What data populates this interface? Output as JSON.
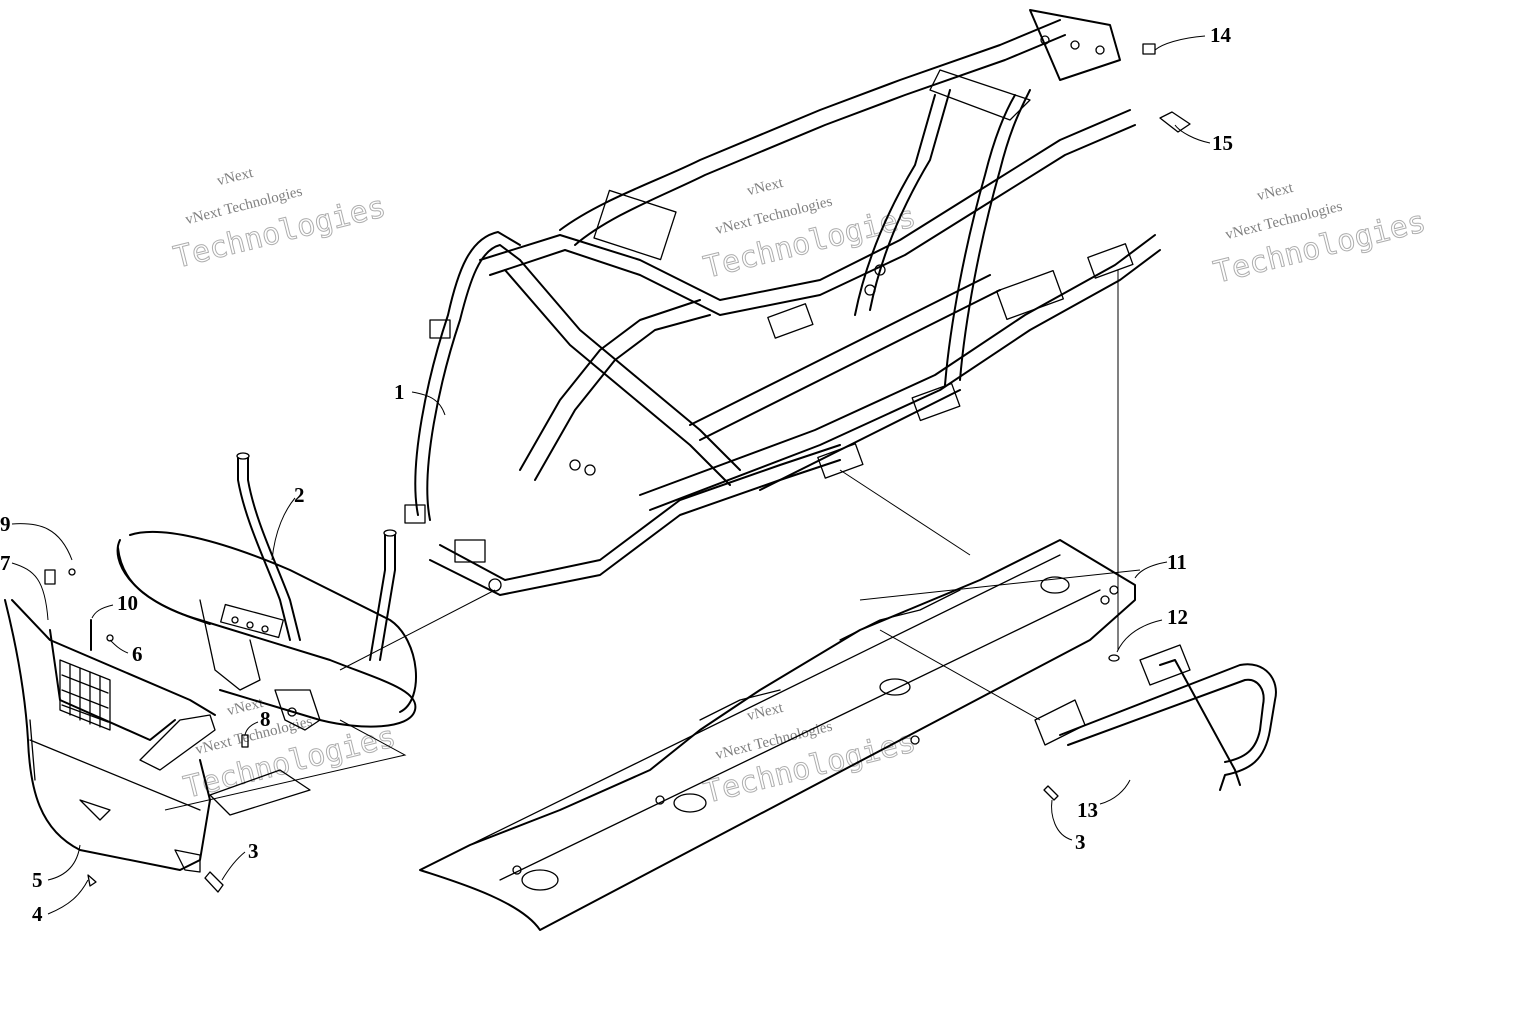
{
  "diagram": {
    "callouts": [
      {
        "id": "1",
        "label": "1"
      },
      {
        "id": "2",
        "label": "2"
      },
      {
        "id": "3a",
        "label": "3"
      },
      {
        "id": "3b",
        "label": "3"
      },
      {
        "id": "4",
        "label": "4"
      },
      {
        "id": "5",
        "label": "5"
      },
      {
        "id": "6",
        "label": "6"
      },
      {
        "id": "7",
        "label": "7"
      },
      {
        "id": "8",
        "label": "8"
      },
      {
        "id": "9",
        "label": "9"
      },
      {
        "id": "10",
        "label": "10"
      },
      {
        "id": "11",
        "label": "11"
      },
      {
        "id": "12",
        "label": "12"
      },
      {
        "id": "13",
        "label": "13"
      },
      {
        "id": "14",
        "label": "14"
      },
      {
        "id": "15",
        "label": "15"
      }
    ],
    "watermarks": [
      {
        "line1": "vNext",
        "line2": "vNext Technologies",
        "line3": "Technologies"
      },
      {
        "line1": "vNext",
        "line2": "vNext Technologies",
        "line3": "Technologies"
      },
      {
        "line1": "vNext",
        "line2": "vNext Technologies",
        "line3": "Technologies"
      },
      {
        "line1": "vNext",
        "line2": "vNext Technologies",
        "line3": "Technologies"
      },
      {
        "line1": "vNext",
        "line2": "vNext Technologies",
        "line3": "Technologies"
      }
    ]
  }
}
